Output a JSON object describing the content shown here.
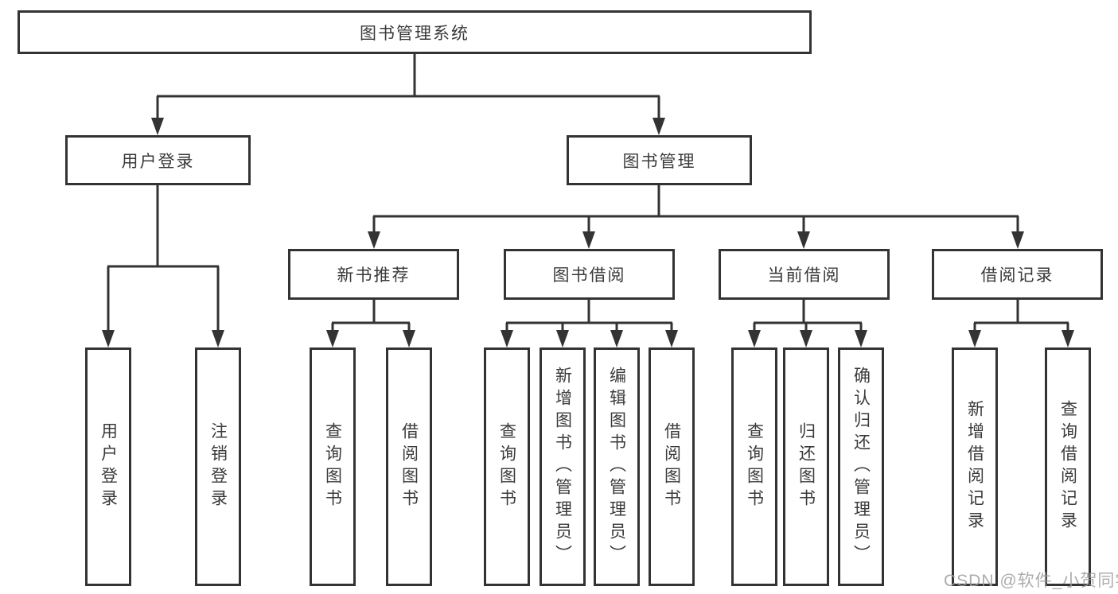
{
  "tree": {
    "root": {
      "label": "图书管理系统"
    },
    "branches": [
      {
        "label": "用户登录",
        "children": [
          {
            "label": "用户登录"
          },
          {
            "label": "注销登录"
          }
        ]
      },
      {
        "label": "图书管理",
        "sections": [
          {
            "label": "新书推荐",
            "children": [
              {
                "label": "查询图书"
              },
              {
                "label": "借阅图书"
              }
            ]
          },
          {
            "label": "图书借阅",
            "children": [
              {
                "label": "查询图书"
              },
              {
                "label": "新增图书（管理员）"
              },
              {
                "label": "编辑图书（管理员）"
              },
              {
                "label": "借阅图书"
              }
            ]
          },
          {
            "label": "当前借阅",
            "children": [
              {
                "label": "查询图书"
              },
              {
                "label": "归还图书"
              },
              {
                "label": "确认归还（管理员）"
              }
            ]
          },
          {
            "label": "借阅记录",
            "children": [
              {
                "label": "新增借阅记录"
              },
              {
                "label": "查询借阅记录"
              }
            ]
          }
        ]
      }
    ]
  },
  "watermark": {
    "text": "CSDN @软件_小贺同学"
  },
  "colors": {
    "line": "#333333",
    "text": "#3a3a3a",
    "box_fill": "#ffffff",
    "background": "#ffffff",
    "watermark": "#9e9e9e"
  }
}
